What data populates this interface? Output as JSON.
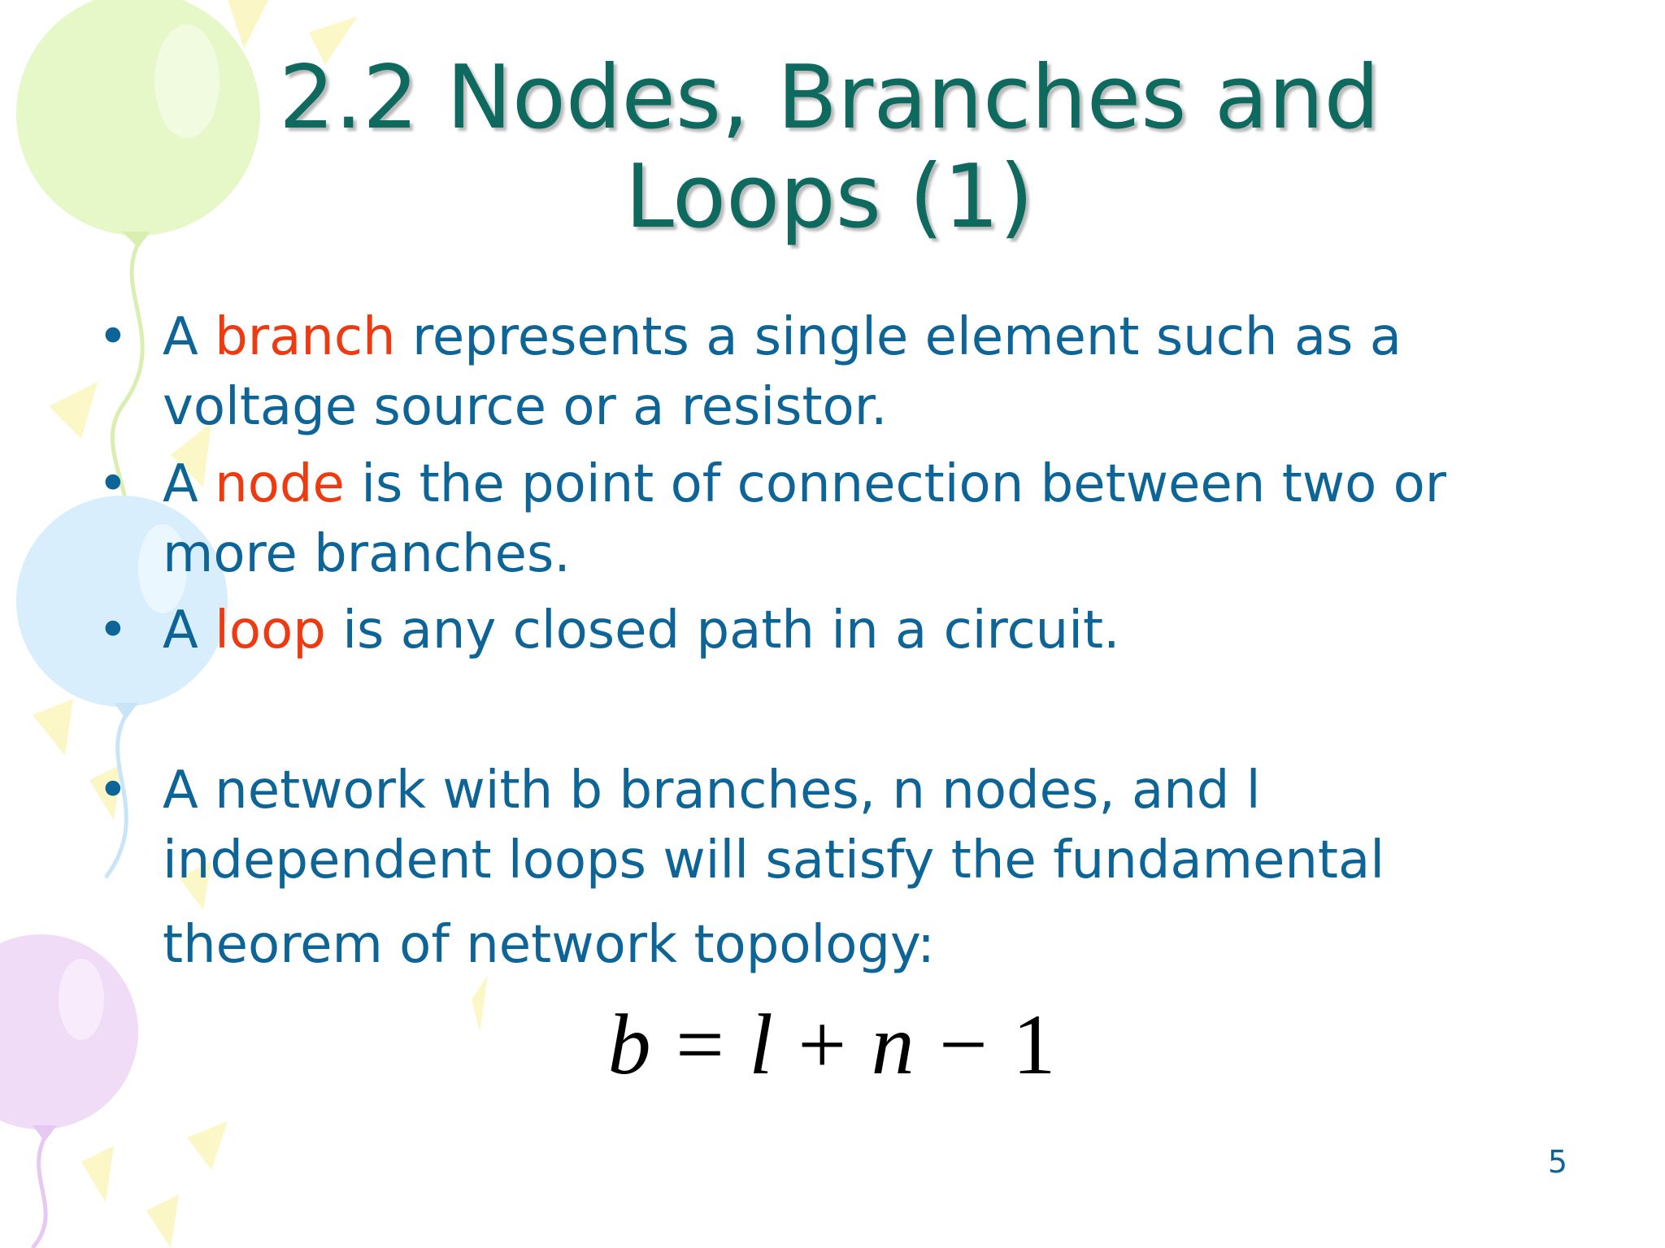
{
  "slide": {
    "title_line1": "2.2 Nodes, Branches and",
    "title_line2": "Loops (1)",
    "bullets": [
      {
        "marker": "•",
        "prefix": "A ",
        "term": "branch",
        "rest": " represents a single element such as a voltage source or a resistor."
      },
      {
        "marker": "•",
        "prefix": "A ",
        "term": "node",
        "rest": " is the point of connection between two or more branches."
      },
      {
        "marker": "•",
        "prefix": "A ",
        "term": "loop",
        "rest": " is any closed path in a circuit."
      },
      {
        "marker": "•",
        "line1": "A network with b branches, n nodes, and l",
        "line2": "independent loops will satisfy the fundamental",
        "line3": "theorem of network topology:"
      }
    ],
    "formula": {
      "lhs": "b",
      "eq": "=",
      "t1": "l",
      "plus": "+",
      "t2": "n",
      "minus": "−",
      "t3": "1"
    },
    "page_number": "5"
  },
  "colors": {
    "title": "#0e6a5f",
    "body_text": "#0d6497",
    "key_term": "#ee3a10",
    "balloon_green": "#e6f7c8",
    "balloon_blue": "#d9eefc",
    "balloon_purple": "#f0dcf7",
    "ray_yellow": "#fbf6c0"
  }
}
